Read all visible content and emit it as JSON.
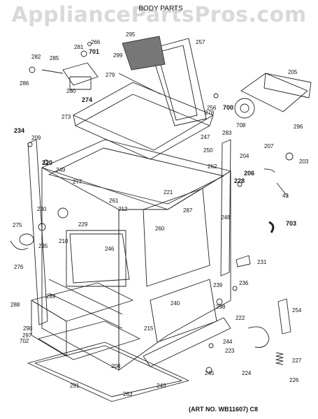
{
  "watermark": "AppliancePartsPros.com",
  "title": "BODY PARTS",
  "art_number": "(ART NO. WB11607) C8",
  "part_labels": [
    "295",
    "257",
    "266",
    "281",
    "701",
    "299",
    "282",
    "285",
    "279",
    "286",
    "280",
    "274",
    "256",
    "700",
    "205",
    "278",
    "273",
    "708",
    "296",
    "234",
    "209",
    "283",
    "247",
    "207",
    "204",
    "250",
    "203",
    "262",
    "220",
    "249",
    "277",
    "206",
    "228",
    "43",
    "221",
    "261",
    "212",
    "287",
    "230",
    "248",
    "260",
    "229",
    "210",
    "246",
    "275",
    "703",
    "235",
    "276",
    "231",
    "239",
    "236",
    "289",
    "240",
    "298",
    "288",
    "254",
    "222",
    "215",
    "290",
    "297",
    "702",
    "244",
    "223",
    "208",
    "245",
    "224",
    "227",
    "291",
    "243",
    "263",
    "226"
  ]
}
